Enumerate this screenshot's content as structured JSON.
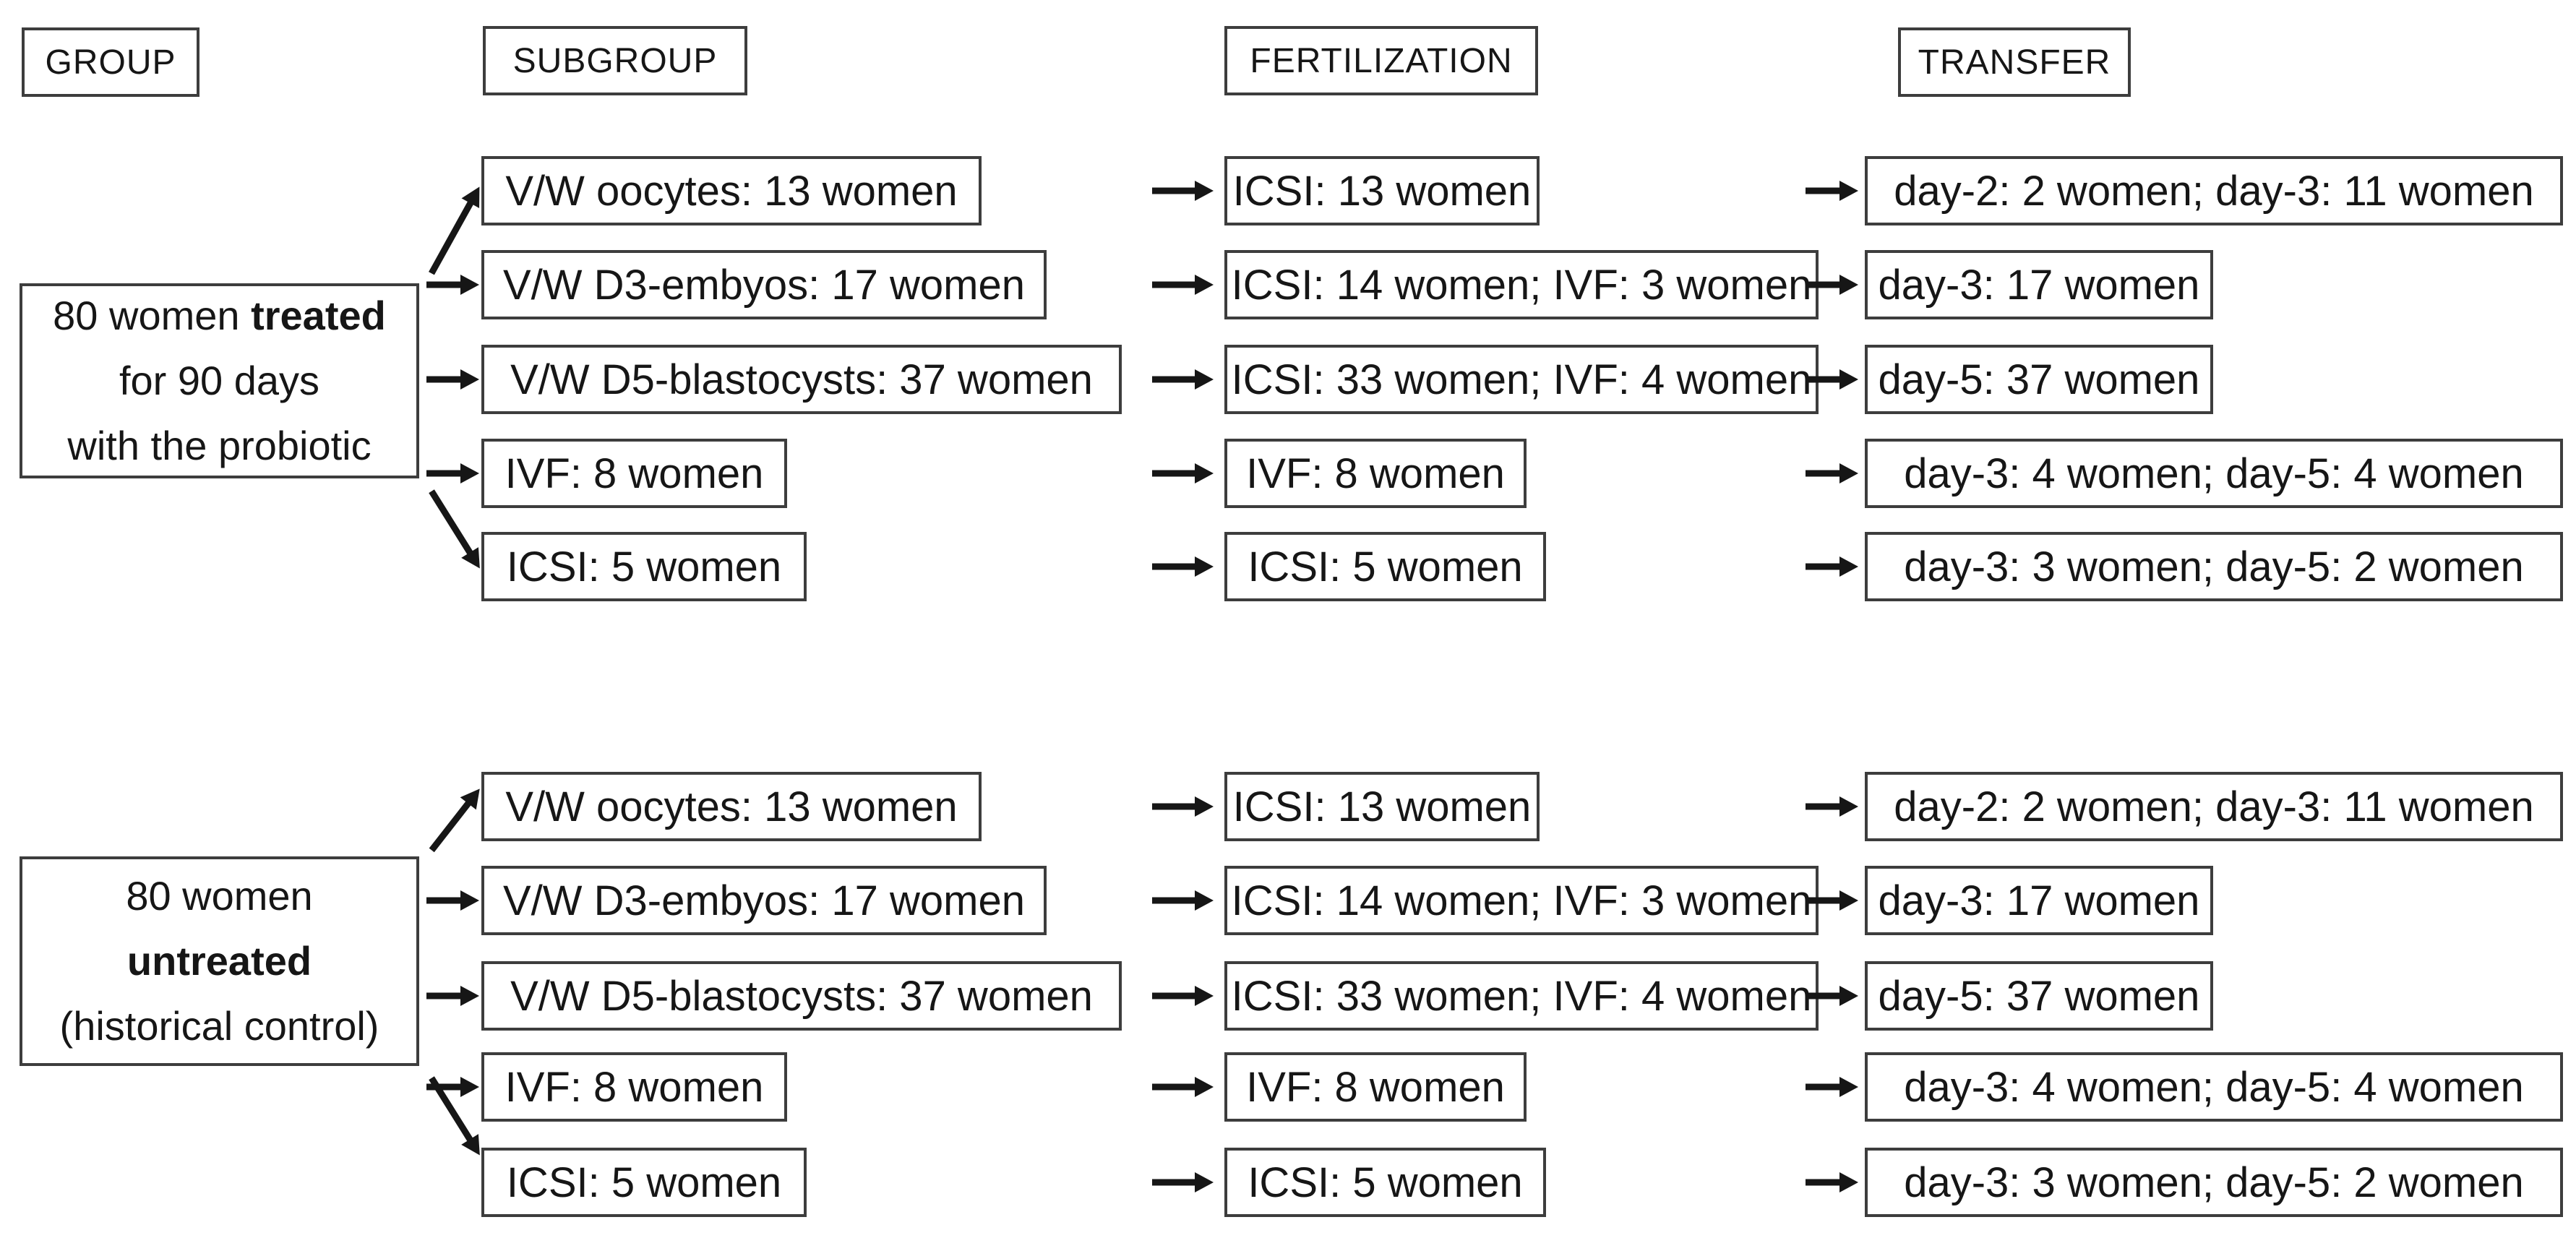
{
  "colors": {
    "background": "#ffffff",
    "text": "#161616",
    "border": "#3d3d3d",
    "arrow": "#161616"
  },
  "headers": {
    "group": "GROUP",
    "subgroup": "SUBGROUP",
    "fertilization": "FERTILIZATION",
    "transfer": "TRANSFER"
  },
  "groups": [
    {
      "box": {
        "lines": [
          {
            "text": "80 women ",
            "bold": "treated"
          },
          {
            "text": "for 90 days",
            "bold": ""
          },
          {
            "text": "with the probiotic",
            "bold": ""
          }
        ]
      },
      "rows": [
        {
          "subgroup": "V/W oocytes: 13 women",
          "fertilization": "ICSI: 13 women",
          "transfer": "day-2: 2 women; day-3: 11 women"
        },
        {
          "subgroup": "V/W D3-embyos: 17 women",
          "fertilization": "ICSI: 14 women; IVF: 3 women",
          "transfer": "day-3: 17 women"
        },
        {
          "subgroup": "V/W D5-blastocysts: 37 women",
          "fertilization": "ICSI: 33 women; IVF: 4 women",
          "transfer": "day-5: 37 women"
        },
        {
          "subgroup": "IVF: 8 women",
          "fertilization": "IVF: 8 women",
          "transfer": "day-3: 4 women; day-5: 4 women"
        },
        {
          "subgroup": "ICSI: 5 women",
          "fertilization": "ICSI: 5 women",
          "transfer": "day-3: 3 women; day-5: 2 women"
        }
      ]
    },
    {
      "box": {
        "lines": [
          {
            "text": "80 women",
            "bold": ""
          },
          {
            "text": "",
            "bold": "untreated"
          },
          {
            "text": "(historical control)",
            "bold": ""
          }
        ]
      },
      "rows": [
        {
          "subgroup": "V/W oocytes: 13 women",
          "fertilization": "ICSI: 13 women",
          "transfer": "day-2: 2 women; day-3: 11 women"
        },
        {
          "subgroup": "V/W D3-embyos: 17 women",
          "fertilization": "ICSI: 14 women; IVF: 3 women",
          "transfer": "day-3: 17 women"
        },
        {
          "subgroup": "V/W D5-blastocysts: 37 women",
          "fertilization": "ICSI: 33 women; IVF: 4 women",
          "transfer": "day-5: 37 women"
        },
        {
          "subgroup": "IVF: 8 women",
          "fertilization": "IVF: 8 women",
          "transfer": "day-3: 4 women; day-5: 4 women"
        },
        {
          "subgroup": "ICSI: 5 women",
          "fertilization": "ICSI: 5 women",
          "transfer": "day-3: 3 women; day-5: 2 women"
        }
      ]
    }
  ]
}
